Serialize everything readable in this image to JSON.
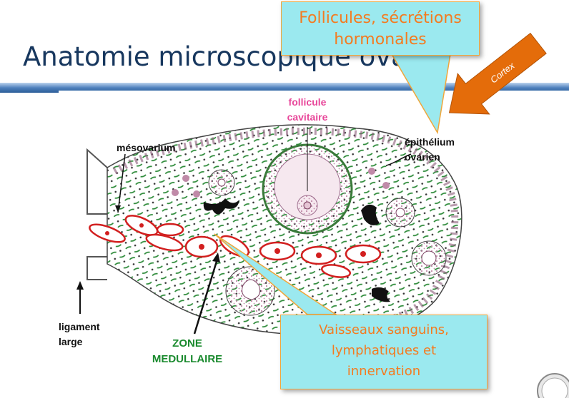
{
  "slide": {
    "title": "Anatomie microscopique ovaire",
    "theme_colors": {
      "title": "#17375e",
      "band": "#4f81bd",
      "callout_fill": "#9be9ef",
      "callout_text": "#f47b20",
      "arrow": "#e46c0a"
    }
  },
  "diagram": {
    "labels": {
      "follicule_line1": "follicule",
      "follicule_line2": "cavitaire",
      "mesovarium": "mésovarium",
      "epithelium_line1": "épithélium",
      "epithelium_line2": "ovarien",
      "ligament_line1": "ligament",
      "ligament_line2": "large",
      "zone_line1": "ZONE",
      "zone_line2": "MEDULLAIRE"
    }
  },
  "callouts": {
    "top_line1": "Follicules, sécrétions",
    "top_line2": "hormonales",
    "bottom_line1": "Vaisseaux sanguins,",
    "bottom_line2": "lymphatiques et",
    "bottom_line3": "innervation"
  },
  "arrow_label": "Cortex"
}
